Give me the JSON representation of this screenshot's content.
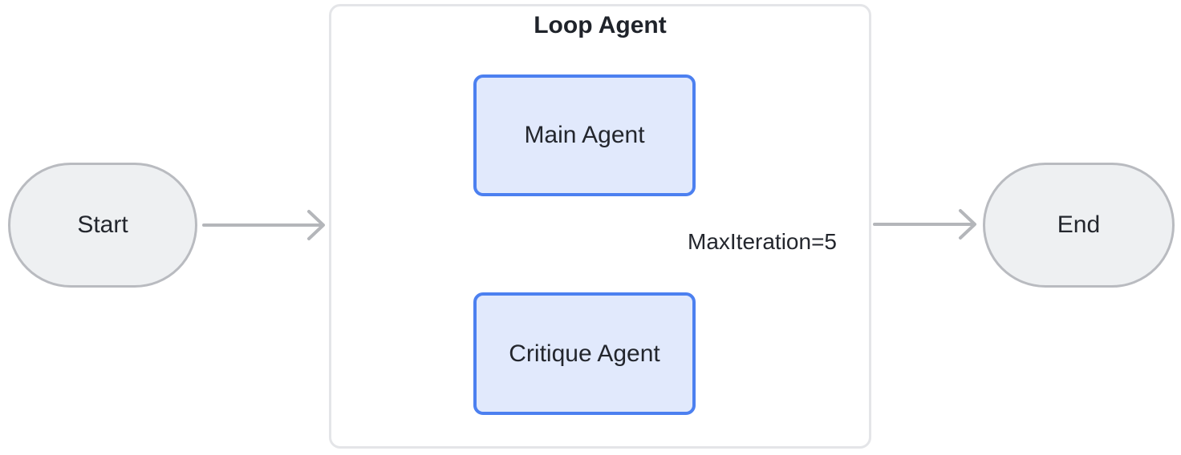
{
  "diagram": {
    "start_label": "Start",
    "end_label": "End",
    "container_title": "Loop Agent",
    "main_agent_label": "Main Agent",
    "critique_agent_label": "Critique Agent",
    "loop_label": "MaxIteration=5"
  },
  "colors": {
    "node_fill_gray": "#eef0f2",
    "node_border_gray": "#b9bbc0",
    "agent_fill_blue": "#e1e9fc",
    "agent_border_blue": "#4c80f0",
    "container_border": "#e4e5e8",
    "edge_gray": "#b4b6ba",
    "text": "#23262d"
  }
}
